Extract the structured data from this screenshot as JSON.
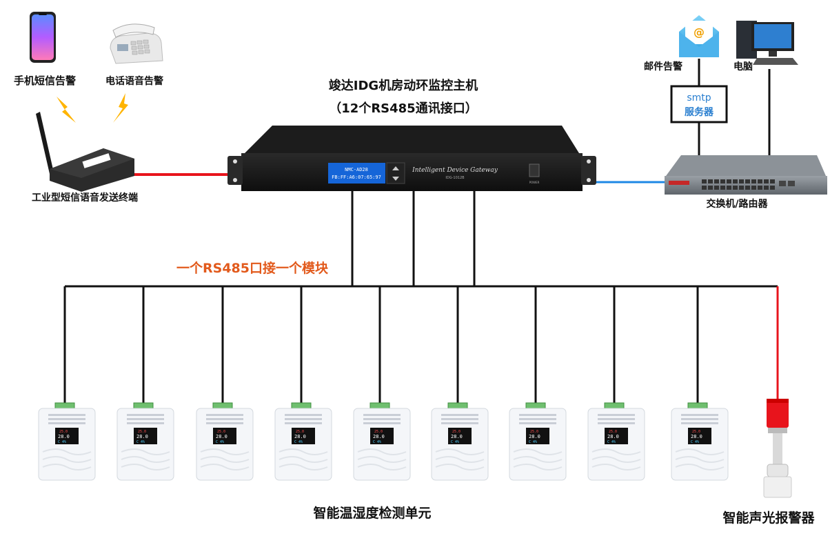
{
  "title": {
    "line1": "竣达IDG机房动环监控主机",
    "line2": "（12个RS485通讯接口）"
  },
  "note": "一个RS485口接一个模块",
  "colors": {
    "red_line": "#e8141c",
    "blue_line": "#1e88e5",
    "accent": "#e25a1c",
    "lightning": "#ffb400"
  },
  "alarms": {
    "phone_sms": "手机短信告警",
    "phone_voice": "电话语音告警",
    "email": "邮件告警",
    "computer": "电脑"
  },
  "terminal": {
    "label": "工业型短信语音发送终端"
  },
  "smtp": {
    "line1": "smtp",
    "line2": "服务器"
  },
  "switch": {
    "label": "交换机/路由器"
  },
  "gateway": {
    "lcd_line1": "NMC-AD28",
    "lcd_line2": "FB:FF:A6:07:65:97",
    "face_text": "Intelligent Device Gateway",
    "face_sub": "IDG-1012B",
    "power_label": "POWER"
  },
  "sensors": {
    "label": "智能温湿度检测单元",
    "count": 9,
    "display_line1": "25.0",
    "display_line2": "28.0",
    "display_line3": "C 4%"
  },
  "beacon": {
    "label": "智能声光报警器"
  }
}
